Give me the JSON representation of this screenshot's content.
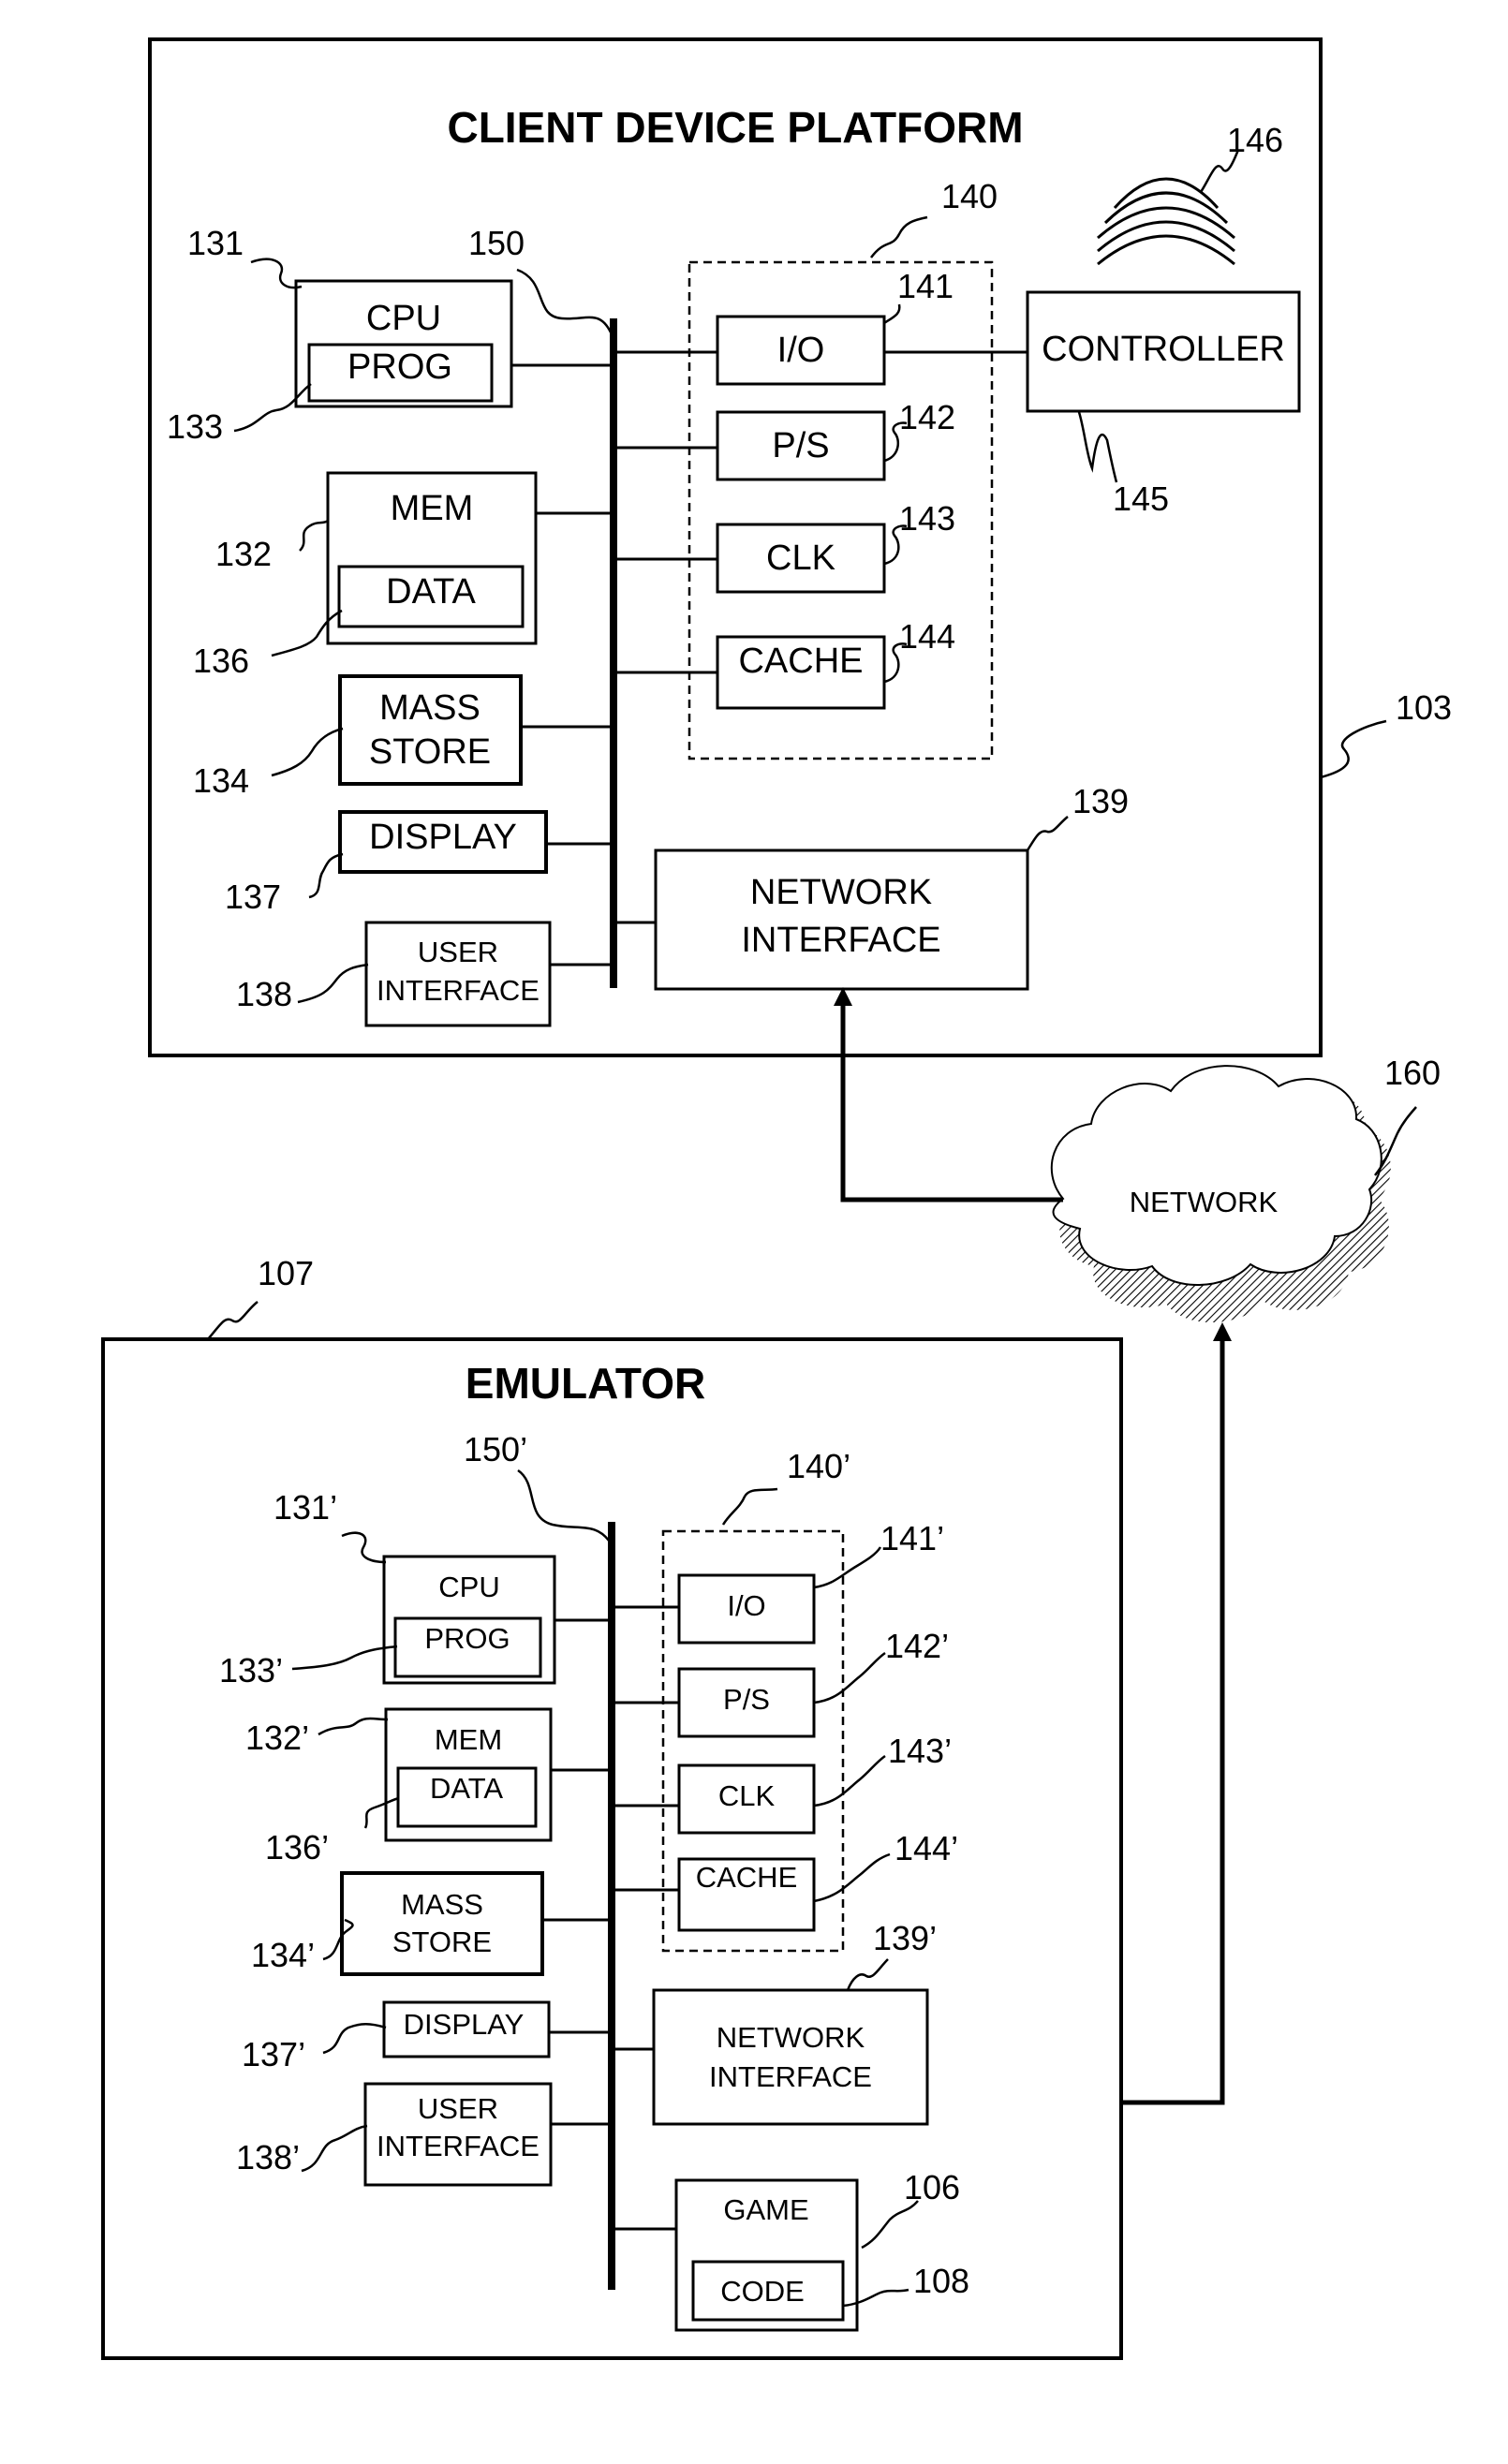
{
  "client": {
    "title": "CLIENT DEVICE PLATFORM",
    "ref": "103",
    "bus_ref": "150",
    "cpu": {
      "label": "CPU",
      "ref": "131"
    },
    "prog": {
      "label": "PROG",
      "ref": "133"
    },
    "mem": {
      "label": "MEM",
      "ref": "132"
    },
    "data": {
      "label": "DATA",
      "ref": "136"
    },
    "mass": {
      "line1": "MASS",
      "line2": "STORE",
      "ref": "134"
    },
    "display": {
      "label": "DISPLAY",
      "ref": "137"
    },
    "ui": {
      "line1": "USER",
      "line2": "INTERFACE",
      "ref": "138"
    },
    "support": {
      "ref": "140"
    },
    "io": {
      "label": "I/O",
      "ref": "141"
    },
    "ps": {
      "label": "P/S",
      "ref": "142"
    },
    "clk": {
      "label": "CLK",
      "ref": "143"
    },
    "cache": {
      "label": "CACHE",
      "ref": "144"
    },
    "controller": {
      "label": "CONTROLLER",
      "ref": "145",
      "signal_ref": "146"
    },
    "netif": {
      "line1": "NETWORK",
      "line2": "INTERFACE",
      "ref": "139"
    }
  },
  "network": {
    "label": "NETWORK",
    "ref": "160"
  },
  "emulator": {
    "title": "EMULATOR",
    "ref": "107",
    "bus_ref": "150’",
    "cpu": {
      "label": "CPU",
      "ref": "131’"
    },
    "prog": {
      "label": "PROG",
      "ref": "133’"
    },
    "mem": {
      "label": "MEM",
      "ref": "132’"
    },
    "data": {
      "label": "DATA",
      "ref": "136’"
    },
    "mass": {
      "line1": "MASS",
      "line2": "STORE",
      "ref": "134’"
    },
    "display": {
      "label": "DISPLAY",
      "ref": "137’"
    },
    "ui": {
      "line1": "USER",
      "line2": "INTERFACE",
      "ref": "138’"
    },
    "support": {
      "ref": "140’"
    },
    "io": {
      "label": "I/O",
      "ref": "141’"
    },
    "ps": {
      "label": "P/S",
      "ref": "142’"
    },
    "clk": {
      "label": "CLK",
      "ref": "143’"
    },
    "cache": {
      "label": "CACHE",
      "ref": "144’"
    },
    "netif": {
      "line1": "NETWORK",
      "line2": "INTERFACE",
      "ref": "139’"
    },
    "game": {
      "label": "GAME",
      "ref": "106"
    },
    "code": {
      "label": "CODE",
      "ref": "108"
    }
  }
}
